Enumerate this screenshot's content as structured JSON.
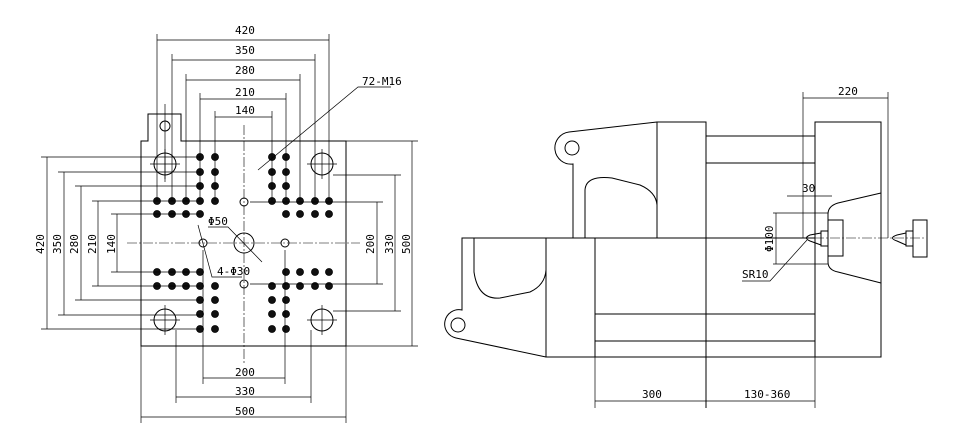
{
  "front_view": {
    "top_dims": [
      "420",
      "350",
      "280",
      "210",
      "140"
    ],
    "left_dims": [
      "420",
      "350",
      "280",
      "210",
      "140"
    ],
    "right_dims": [
      "200",
      "330",
      "500"
    ],
    "bottom_dims": [
      "200",
      "330",
      "500"
    ],
    "callout_thread": "72-M16",
    "callout_center_hole": "Φ50",
    "callout_ejector_holes": "4-Φ30"
  },
  "side_view": {
    "dim_220": "220",
    "dim_30": "30",
    "dim_dia100": "Φ100",
    "dim_sr10": "SR10",
    "dim_300": "300",
    "dim_stroke": "130-360"
  },
  "colors": {
    "line": "#000000",
    "background": "#ffffff"
  }
}
